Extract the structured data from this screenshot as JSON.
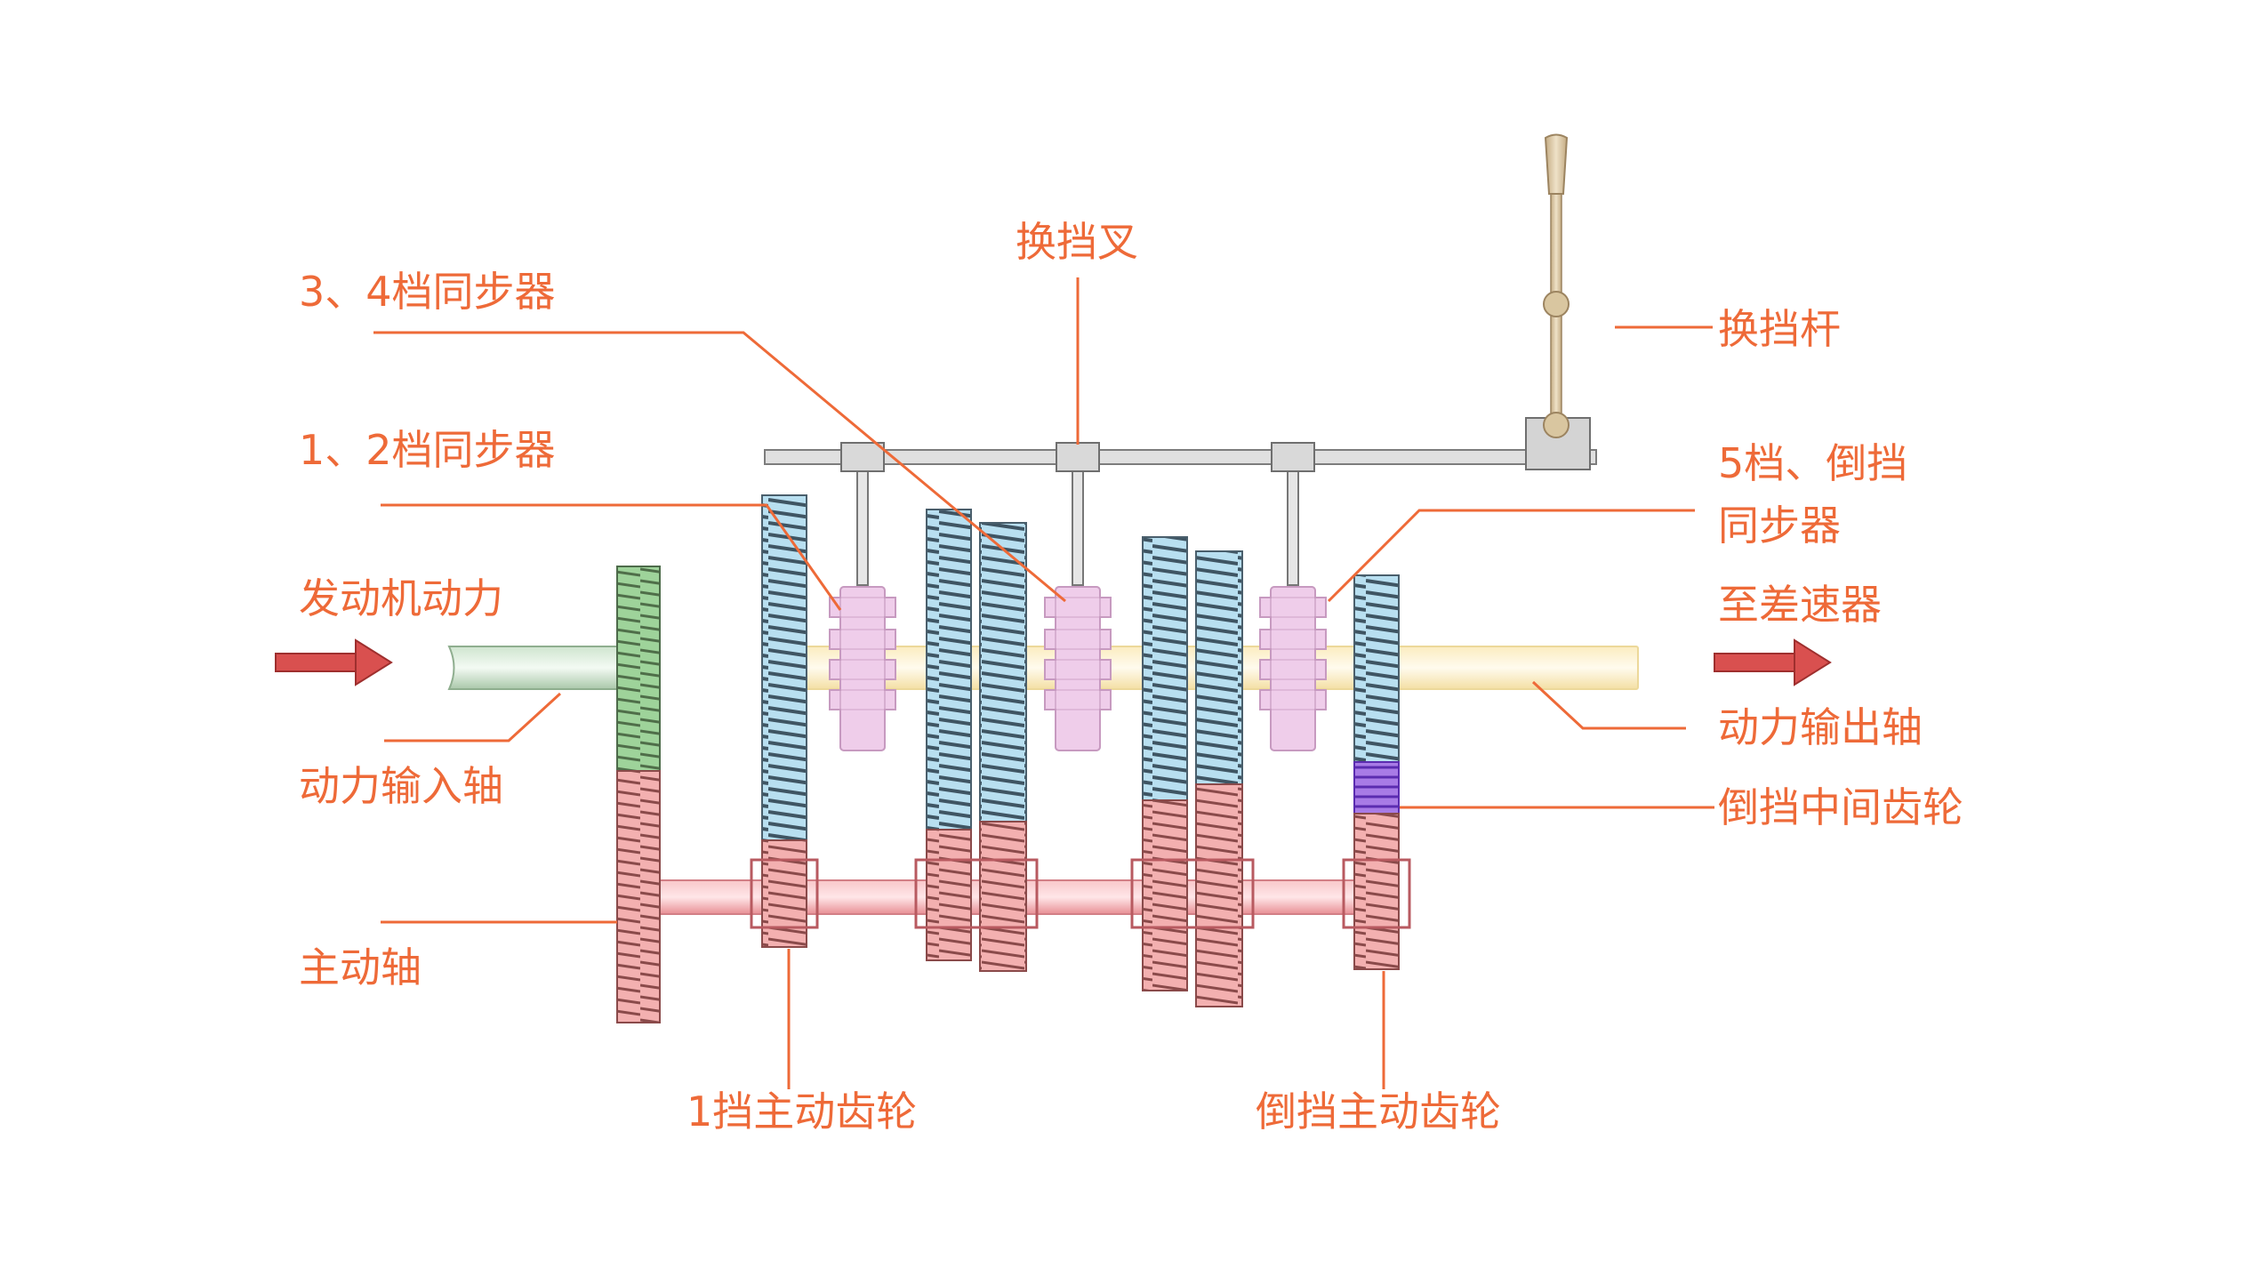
{
  "labels": {
    "fork": "换挡叉",
    "lever": "换挡杆",
    "sync34": "3、4档同步器",
    "sync12": "1、2档同步器",
    "sync5r_line1": "5档、倒挡",
    "sync5r_line2": "同步器",
    "engine_power": "发动机动力",
    "to_differential": "至差速器",
    "input_shaft": "动力输入轴",
    "output_shaft": "动力输出轴",
    "reverse_idler": "倒挡中间齿轮",
    "main_shaft": "主动轴",
    "first_gear_drive": "1挡主动齿轮",
    "reverse_gear_drive": "倒挡主动齿轮"
  },
  "colors": {
    "label_text": "#ee6a38",
    "leader_line": "#ee6a38",
    "arrow_red": "#d9504f",
    "blue_gear": "#b8dff0",
    "red_gear": "#f3b0b0",
    "green_gear": "#9ed39a",
    "purple_idler": "#8a55d8",
    "sync_pink": "#ecc6e6",
    "output_shaft": "#fcf0c8",
    "input_shaft": "#e4f1e4",
    "main_shaft": "#f5aeb2",
    "fork_rail": "#d9d9d9",
    "lever": "#dcc9a6"
  },
  "icons": {
    "input_arrow": "right-arrow-icon",
    "output_arrow": "right-arrow-icon"
  }
}
